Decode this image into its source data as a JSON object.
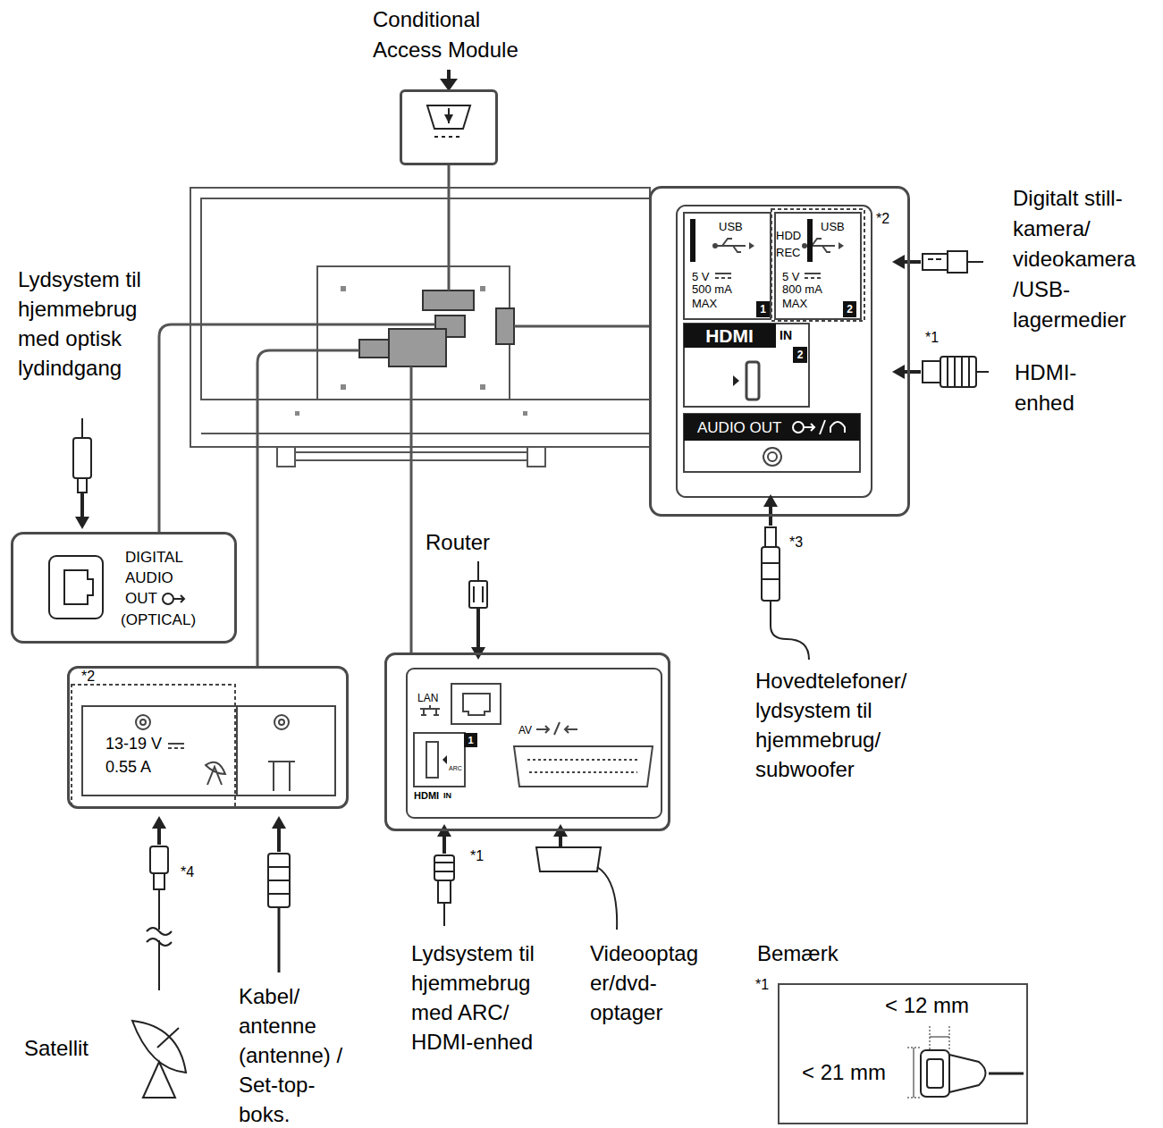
{
  "diagram": {
    "nodes": [
      {
        "text": [
          "Conditional Access Module"
        ]
      },
      {
        "text": [
          "*2",
          "USB",
          "5 V",
          "500 mA MAX",
          "1",
          "HDD REC",
          "USB",
          "5 V",
          "800 mA MAX",
          "2",
          "HDMI",
          "IN",
          "2",
          "AUDIO OUT"
        ]
      },
      {
        "text": [
          "DIGITAL AUDIO OUT",
          "(OPTICAL)"
        ]
      },
      {
        "text": [
          "*2",
          "13-19 V",
          "0.55 A"
        ]
      },
      {
        "text": [
          "LAN",
          "1",
          "HDMI",
          "IN",
          "ARC",
          "AV"
        ]
      },
      {
        "text": [
          "Bemærk",
          "*1",
          "< 12 mm",
          "< 21 mm"
        ]
      }
    ],
    "labels": [
      "Digitalt still- kamera/ videokamera /USB- lagermedier",
      "*1",
      "HDMI- enhed",
      "*3",
      "Hovedtelefoner/ lydsystem til hjemmebrug/ subwoofer",
      "Lydsystem til hjemmebrug med optisk lydindgang",
      "Router",
      "*4",
      "Satellit",
      "Kabel/ antenne (antenne) / Set-top- boks.",
      "*1",
      "Lydsystem til hjemmebrug med ARC/ HDMI-enhed",
      "Videooptag er/dvd- optager"
    ]
  }
}
